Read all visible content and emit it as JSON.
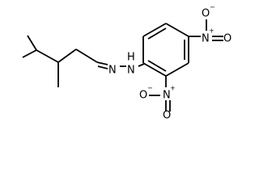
{
  "molecule": {
    "atoms": {
      "hydrazone_n1": "N",
      "hydrazone_n2": "N",
      "hydrazone_h": "H",
      "nitro_top_n": "N",
      "nitro_top_n_charge": "+",
      "nitro_top_o_left": "O",
      "nitro_top_o_left_charge": "−",
      "nitro_top_o_right": "O",
      "nitro_bottom_n": "N",
      "nitro_bottom_n_charge": "+",
      "nitro_bottom_o_left": "O",
      "nitro_bottom_o_left_charge": "−",
      "nitro_bottom_o_right": "O"
    }
  }
}
